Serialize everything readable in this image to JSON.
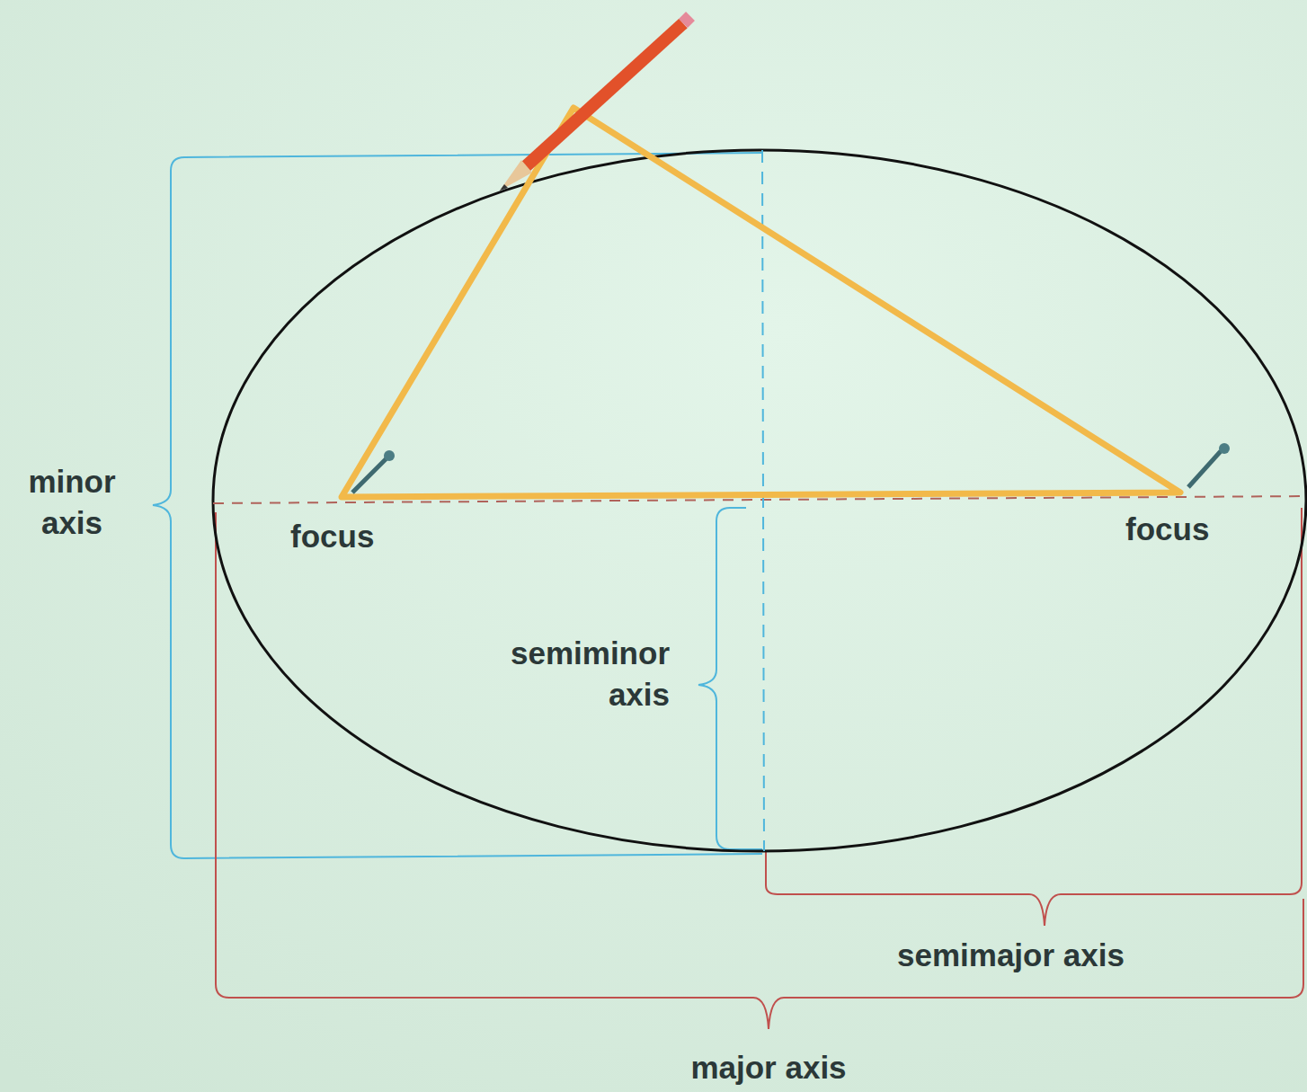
{
  "diagram": {
    "labels": [
      "minor axis",
      "focus",
      "focus",
      "semiminor axis",
      "semimajor axis",
      "major axis"
    ]
  }
}
